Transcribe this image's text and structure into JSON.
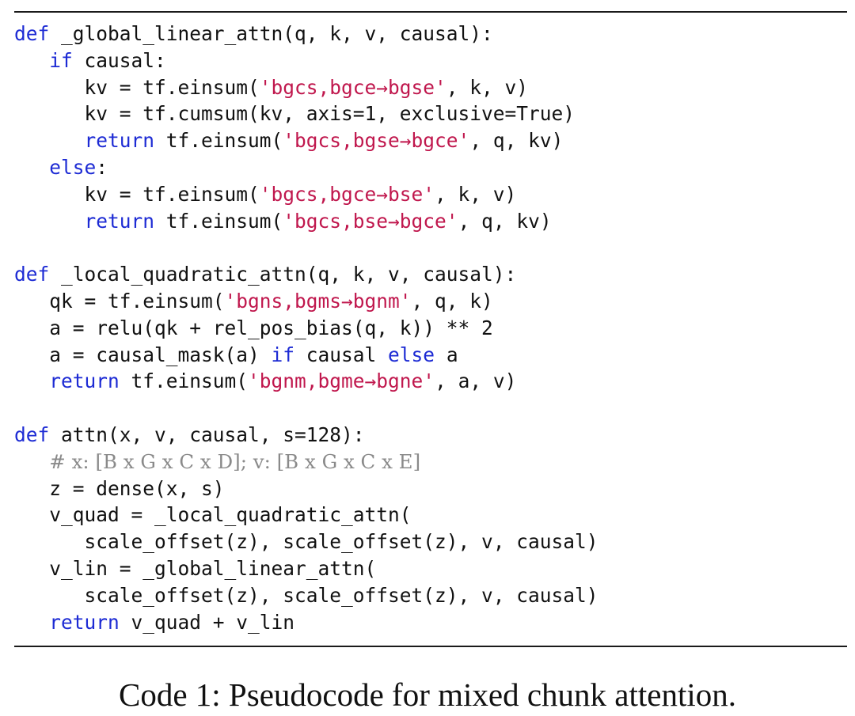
{
  "code_lines": [
    [
      {
        "t": "def",
        "c": "kw"
      },
      {
        "t": " _global_linear_attn(q, k, v, causal):"
      }
    ],
    [
      {
        "t": "   "
      },
      {
        "t": "if",
        "c": "kw"
      },
      {
        "t": " causal:"
      }
    ],
    [
      {
        "t": "      kv = tf.einsum("
      },
      {
        "t": "'bgcs,bgce→bgse'",
        "c": "str"
      },
      {
        "t": ", k, v)"
      }
    ],
    [
      {
        "t": "      kv = tf.cumsum(kv, axis=1, exclusive=True)"
      }
    ],
    [
      {
        "t": "      "
      },
      {
        "t": "return",
        "c": "kw"
      },
      {
        "t": " tf.einsum("
      },
      {
        "t": "'bgcs,bgse→bgce'",
        "c": "str"
      },
      {
        "t": ", q, kv)"
      }
    ],
    [
      {
        "t": "   "
      },
      {
        "t": "else",
        "c": "kw"
      },
      {
        "t": ":"
      }
    ],
    [
      {
        "t": "      kv = tf.einsum("
      },
      {
        "t": "'bgcs,bgce→bse'",
        "c": "str"
      },
      {
        "t": ", k, v)"
      }
    ],
    [
      {
        "t": "      "
      },
      {
        "t": "return",
        "c": "kw"
      },
      {
        "t": " tf.einsum("
      },
      {
        "t": "'bgcs,bse→bgce'",
        "c": "str"
      },
      {
        "t": ", q, kv)"
      }
    ],
    [],
    [
      {
        "t": "def",
        "c": "kw"
      },
      {
        "t": " _local_quadratic_attn(q, k, v, causal):"
      }
    ],
    [
      {
        "t": "   qk = tf.einsum("
      },
      {
        "t": "'bgns,bgms→bgnm'",
        "c": "str"
      },
      {
        "t": ", q, k)"
      }
    ],
    [
      {
        "t": "   a = relu(qk + rel_pos_bias(q, k)) ** 2"
      }
    ],
    [
      {
        "t": "   a = causal_mask(a) "
      },
      {
        "t": "if",
        "c": "kw"
      },
      {
        "t": " causal "
      },
      {
        "t": "else",
        "c": "kw"
      },
      {
        "t": " a"
      }
    ],
    [
      {
        "t": "   "
      },
      {
        "t": "return",
        "c": "kw"
      },
      {
        "t": " tf.einsum("
      },
      {
        "t": "'bgnm,bgme→bgne'",
        "c": "str"
      },
      {
        "t": ", a, v)"
      }
    ],
    [],
    [
      {
        "t": "def",
        "c": "kw"
      },
      {
        "t": " attn(x, v, causal, s=128):"
      }
    ],
    [
      {
        "t": "   "
      },
      {
        "t": "# x: [B x G x C x D]; v: [B x G x C x E]",
        "c": "cmt"
      }
    ],
    [
      {
        "t": "   z = dense(x, s)"
      }
    ],
    [
      {
        "t": "   v_quad = _local_quadratic_attn("
      }
    ],
    [
      {
        "t": "      scale_offset(z), scale_offset(z), v, causal)"
      }
    ],
    [
      {
        "t": "   v_lin = _global_linear_attn("
      }
    ],
    [
      {
        "t": "      scale_offset(z), scale_offset(z), v, causal)"
      }
    ],
    [
      {
        "t": "   "
      },
      {
        "t": "return",
        "c": "kw"
      },
      {
        "t": " v_quad + v_lin"
      }
    ]
  ],
  "caption": "Code 1: Pseudocode for mixed chunk attention.",
  "colors": {
    "keyword": "#1d2bd4",
    "string": "#c0174d",
    "comment": "#8a8a8a",
    "text": "#111111"
  }
}
